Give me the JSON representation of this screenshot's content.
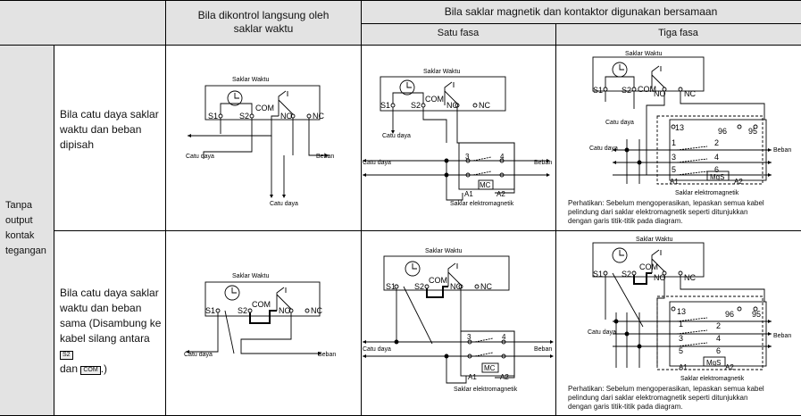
{
  "header": {
    "col_direct": "Bila dikontrol langsung oleh saklar waktu",
    "col_together": "Bila saklar magnetik dan kontaktor digunakan bersamaan",
    "sub_single": "Satu fasa",
    "sub_three": "Tiga fasa"
  },
  "row_group_label": "Tanpa output kontak tegangan",
  "rows": [
    {
      "label": "Bila catu daya saklar waktu dan beban dipisah"
    },
    {
      "label_prefix": "Bila catu daya saklar waktu dan beban sama (Disambung ke kabel silang antara",
      "box1": "S2",
      "label_mid": "dan",
      "box2": "COM",
      "label_suffix": ".)"
    }
  ],
  "diagram_labels": {
    "timer_switch": "Saklar Waktu",
    "s1": "S1",
    "s2": "S2",
    "com": "COM",
    "no": "NO",
    "nc": "NC",
    "power": "Catu daya",
    "load": "Beban",
    "mc": "MC",
    "mgs": "MgS",
    "a1": "A1",
    "a2": "A2",
    "t1": "1",
    "t2": "2",
    "t3": "3",
    "t4": "4",
    "t5": "5",
    "t6": "6",
    "t13": "13",
    "t95": "95",
    "t96": "96",
    "magnetic_switch": "Saklar elektromagnetik"
  },
  "note": {
    "line1": "Perhatikan: Sebelum mengoperasikan, lepaskan semua kabel",
    "line2": "pelindung dari saklar elektromagnetik seperti ditunjukkan",
    "line3": "dengan garis titik-titik pada diagram."
  }
}
